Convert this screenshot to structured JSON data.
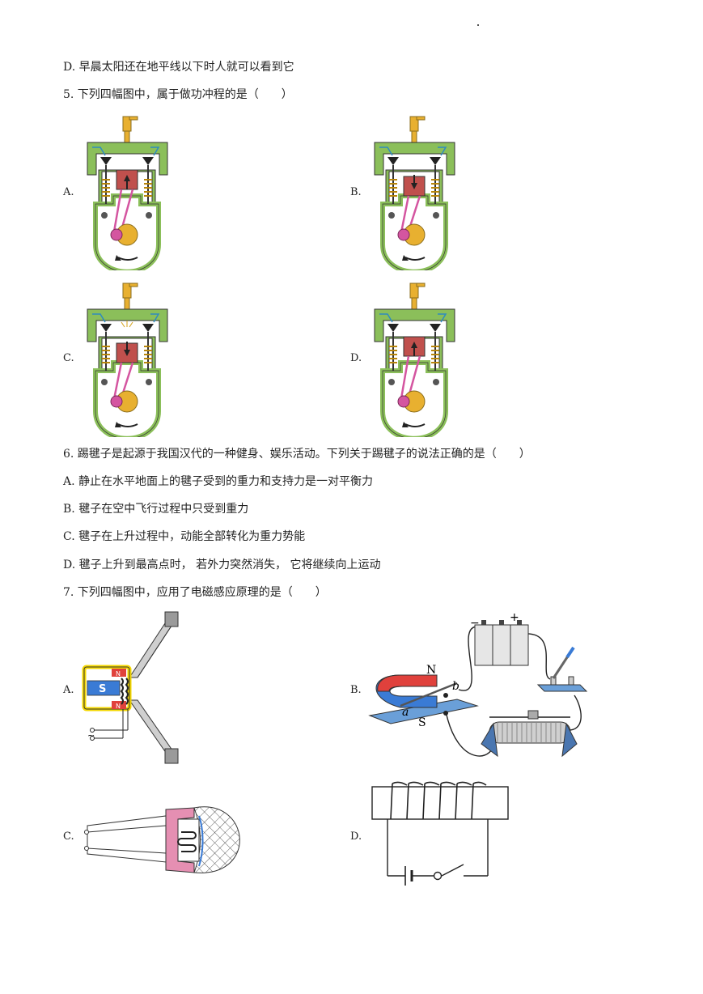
{
  "lines": {
    "l1": "D. 早晨太阳还在地平线以下时人就可以看到它",
    "q5": "5. 下列四幅图中，属于做功冲程的是（　　）",
    "q6": "6. 踢毽子是起源于我国汉代的一种健身、娱乐活动。下列关于踢毽子的说法正确的是（　　）",
    "q6a": "A. 静止在水平地面上的毽子受到的重力和支持力是一对平衡力",
    "q6b": "B. 毽子在空中飞行过程中只受到重力",
    "q6c": "C. 毽子在上升过程中，动能全部转化为重力势能",
    "q6d": "D. 毽子上升到最高点时， 若外力突然消失， 它将继续向上运动",
    "q7": "7. 下列四幅图中，应用了电磁感应原理的是（　　）"
  },
  "labels": {
    "a": "A.",
    "b": "B.",
    "c": "C.",
    "d": "D."
  },
  "fig_text": {
    "n": "N",
    "s": "S",
    "b": "b",
    "a": "a",
    "minus": "−",
    "plus": "+",
    "tilde": "~"
  },
  "colors": {
    "engine_green": "#8bbf5a",
    "piston_red": "#c0504d",
    "crank_yellow": "#e8b030",
    "rod_pink": "#d455a0",
    "magnet_red": "#e0413c",
    "magnet_blue": "#3a7bd5",
    "coil_yellow": "#f5d800"
  }
}
